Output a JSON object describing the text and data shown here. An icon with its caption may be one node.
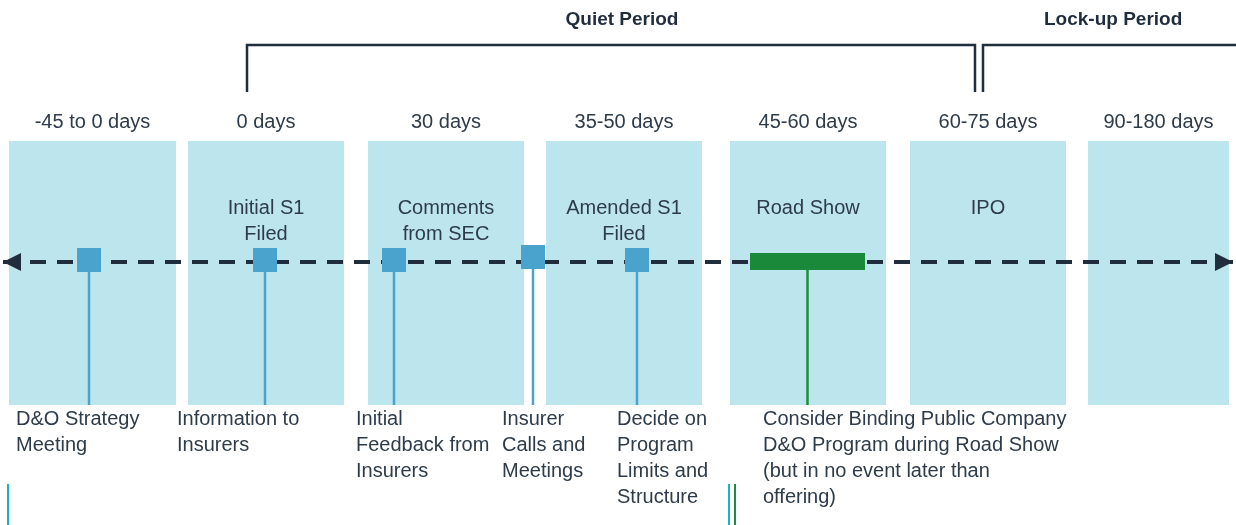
{
  "diagram": {
    "nodes": [
      {
        "text": [
          "-45 to 0 days"
        ]
      },
      {
        "text": [
          "0 days",
          "Initial S1 Filed"
        ]
      },
      {
        "text": [
          "30 days",
          "Comments from SEC"
        ]
      },
      {
        "text": [
          "35-50 days",
          "Amended S1 Filed"
        ]
      },
      {
        "text": [
          "45-60 days",
          "Road Show"
        ]
      },
      {
        "text": [
          "60-75 days",
          "IPO"
        ]
      },
      {
        "text": [
          "90-180 days"
        ]
      },
      {
        "text": [],
        "shape": "box",
        "in": 0
      },
      {
        "text": [],
        "shape": "box",
        "in": 1
      },
      {
        "text": [],
        "shape": "box",
        "in": 2
      },
      {
        "text": [],
        "shape": "box"
      },
      {
        "text": [],
        "shape": "box",
        "in": 3
      },
      {
        "text": [],
        "shape": "bar",
        "in": 4
      },
      {
        "text": [
          "D&O Strategy Meeting"
        ]
      },
      {
        "text": [
          "Information to Insurers"
        ]
      },
      {
        "text": [
          "Initial Feedback from Insurers"
        ]
      },
      {
        "text": [
          "Insurer Calls and Meetings"
        ]
      },
      {
        "text": [
          "Decide on Program Limits and Structure"
        ]
      },
      {
        "text": [
          "Consider Binding Public Company D&O Program during Road Show (but in no event later than offering)"
        ]
      }
    ],
    "edges": [
      {
        "from": 7,
        "to": 13,
        "arrow": "none"
      },
      {
        "from": 8,
        "to": 14,
        "arrow": "none"
      },
      {
        "from": 9,
        "to": 15,
        "arrow": "none"
      },
      {
        "from": 10,
        "to": 16,
        "arrow": "none"
      },
      {
        "from": 11,
        "to": 17,
        "arrow": "none"
      },
      {
        "from": 12,
        "to": 18,
        "arrow": "none",
        "color": "#1e8c3a"
      }
    ],
    "labels": [
      "Quiet Period",
      "Lock-up Period"
    ]
  }
}
